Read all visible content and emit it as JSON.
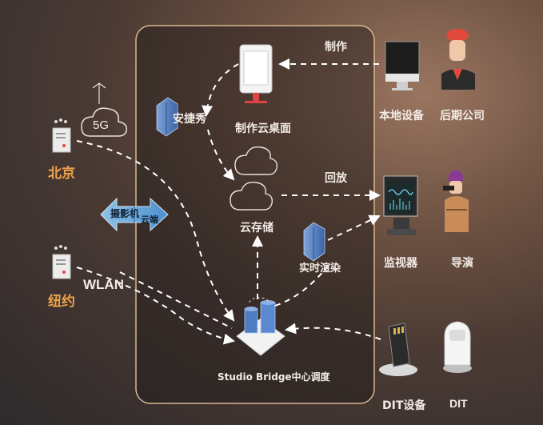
{
  "nodes": {
    "beijing": "北京",
    "newyork": "纽约",
    "five_g": "5G",
    "wlan": "WLAN",
    "camera_arrow": "摄影机",
    "cloud_arrow": "云端",
    "anjiexiu": "安捷秀",
    "cloud_desktop": "制作云桌面",
    "cloud_storage": "云存储",
    "realtime_render": "实时渲染",
    "studio_bridge": "Studio Bridge中心调度",
    "local_device": "本地设备",
    "post_company": "后期公司",
    "monitor": "监视器",
    "director": "导演",
    "dit_device": "DIT设备",
    "dit": "DIT"
  },
  "edges": {
    "make": "制作",
    "playback": "回放"
  },
  "colors": {
    "panel_border": "#d8b792",
    "arrow": "#ffffff",
    "accent_blue": "#5a86c7",
    "city": "#f0a44a"
  }
}
